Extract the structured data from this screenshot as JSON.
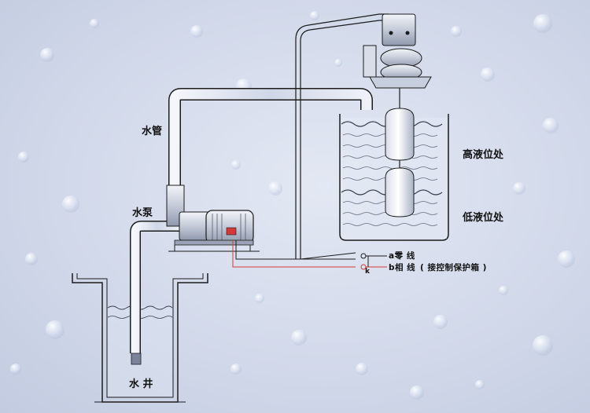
{
  "labels": {
    "water_pipe": "水管",
    "water_pump": "水泵",
    "well": "水 井",
    "high_level": "高液位处",
    "low_level": "低液位处",
    "neutral_line": "a零 线",
    "phase_line": "b相 线",
    "control_box": "( 接控制保护箱 )",
    "switch_k": "k"
  },
  "colors": {
    "background": "#d2d9ea",
    "pipe_stroke": "#ffffff",
    "line_dark": "#1c1c1c",
    "wire_red": "#d23a3a",
    "water_wave": "#3a4350"
  },
  "icons": {
    "pump": "pump-motor-icon",
    "float": "float-switch-icon",
    "sensor": "level-sensor-icon"
  }
}
